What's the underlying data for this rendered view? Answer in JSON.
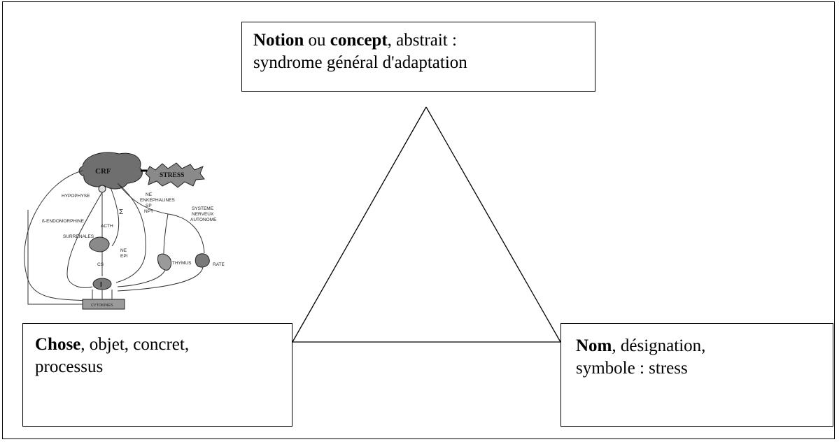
{
  "notion": {
    "bold1": "Notion",
    "mid1": " ou ",
    "bold2": "concept",
    "line1_rest": ", abstrait :",
    "line2": "syndrome général d'adaptation"
  },
  "chose": {
    "bold": "Chose",
    "line1_rest": ", objet, concret,",
    "line2": "processus"
  },
  "nom": {
    "bold": "Nom",
    "line1_rest": ", désignation,",
    "line2": "symbole : stress"
  },
  "illustration": {
    "crf": "CRF",
    "stress": "STRESS",
    "hypophyse": "HYPOPHYSE",
    "endomorphine": "ß-ENDOMORPHINE",
    "acth": "ACTH",
    "surrenales": "SURRENALES",
    "ne_list": [
      "NE",
      "ENKEPHALINES",
      "SP",
      "NPY"
    ],
    "sigma": "Σ",
    "systeme": [
      "SYSTEME",
      "NERVEUX",
      "AUTONOME"
    ],
    "ne_epi": [
      "NE",
      "EPI"
    ],
    "cs": "CS",
    "i": "I",
    "thymus": "THYMUS",
    "rate": "RATE",
    "cytokines": "CYTOKINES"
  }
}
